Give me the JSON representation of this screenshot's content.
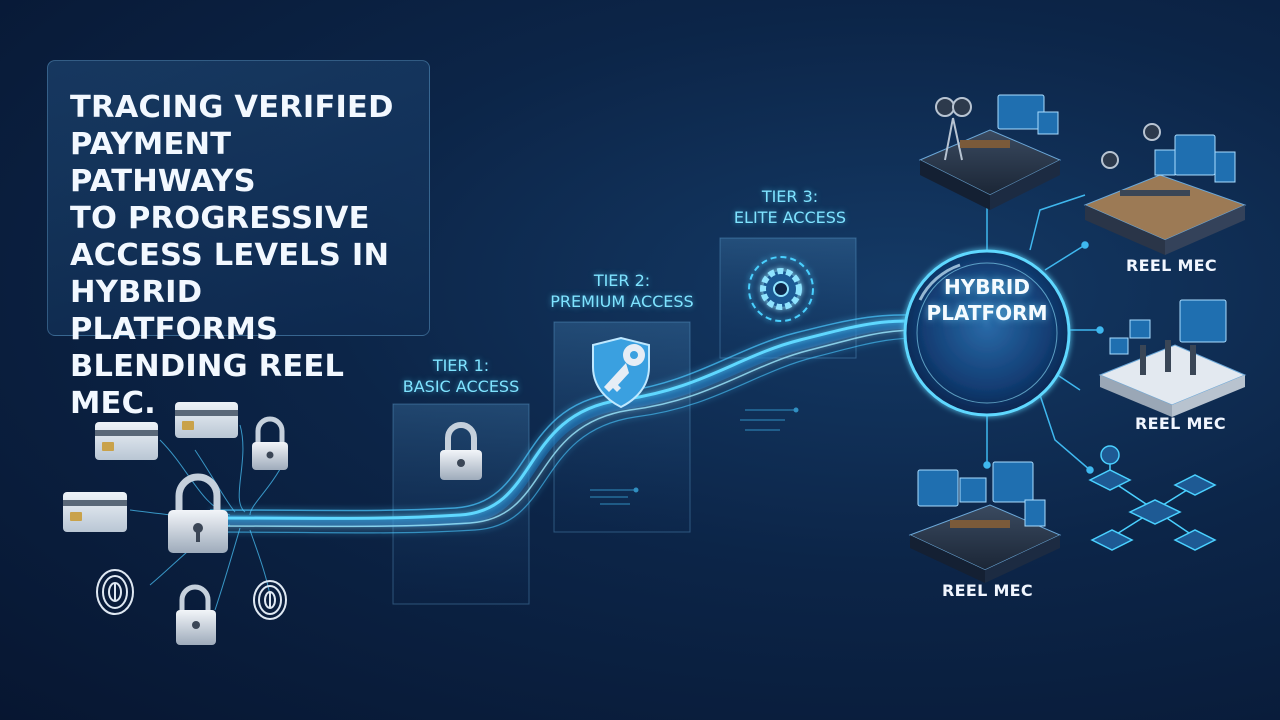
{
  "title": "TRACING VERIFIED\nPAYMENT PATHWAYS\nTO PROGRESSIVE\nACCESS LEVELS IN\nHYBRID PLATFORMS\nBLENDING REEL MEC.",
  "tiers": [
    {
      "label": "TIER 1:\nBASIC ACCESS",
      "icon": "padlock-icon"
    },
    {
      "label": "TIER 2:\nPREMIUM ACCESS",
      "icon": "shield-key-icon"
    },
    {
      "label": "TIER 3:\nELITE ACCESS",
      "icon": "gear-icon"
    }
  ],
  "hub": {
    "label": "HYBRID\nPLATFORM"
  },
  "reel_labels": [
    "REEL MEC",
    "REEL MEC",
    "REEL MEC"
  ],
  "inputs": [
    "credit-card-icon",
    "padlock-icon",
    "fingerprint-icon"
  ],
  "colors": {
    "background": "#0c2548",
    "accent": "#5fd8ff",
    "tier_text": "#7fe3ff",
    "title_text": "#f2f8ff"
  }
}
